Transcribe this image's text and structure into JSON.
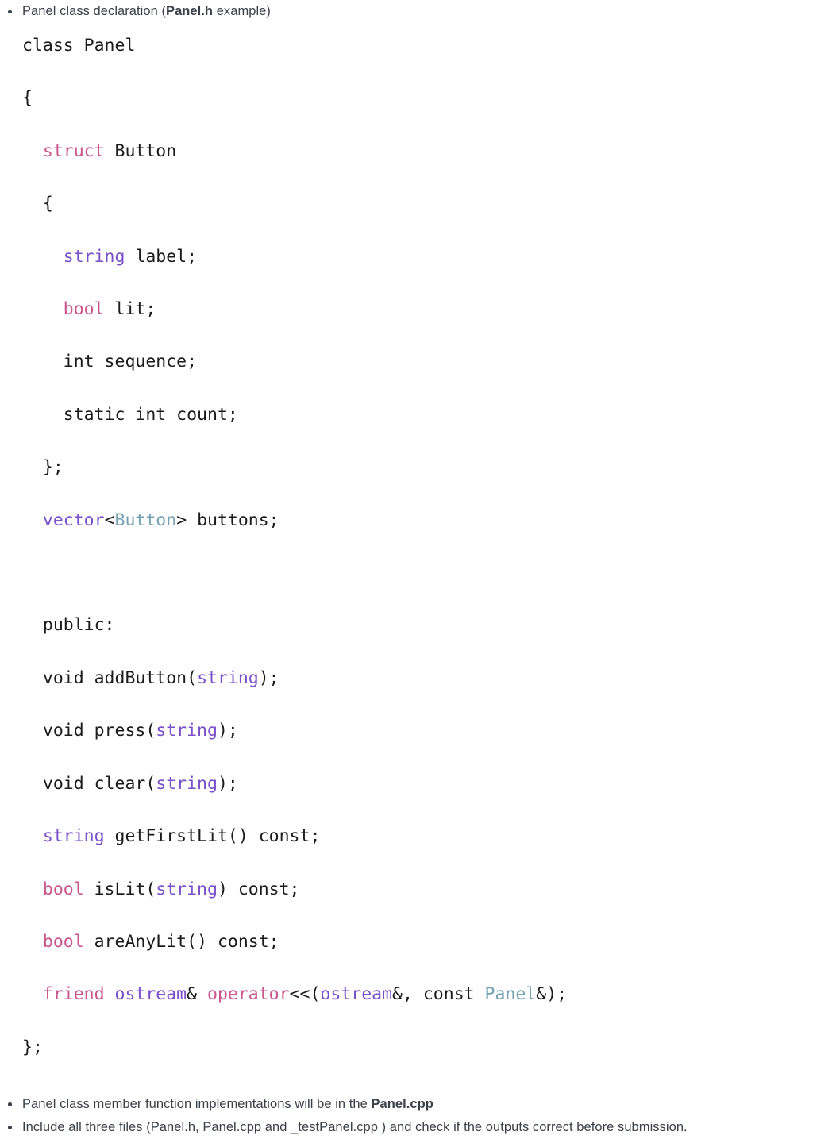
{
  "intro": {
    "bullet_prefix": "Panel class declaration (",
    "bullet_file": "Panel.h",
    "bullet_suffix": " example)"
  },
  "code": {
    "language": "cpp",
    "lines": [
      {
        "tokens": [
          {
            "t": "class Panel",
            "c": "plain"
          }
        ]
      },
      {
        "tokens": [
          {
            "t": "{",
            "c": "plain"
          }
        ]
      },
      {
        "tokens": [
          {
            "t": "  ",
            "c": "plain"
          },
          {
            "t": "struct",
            "c": "keyword"
          },
          {
            "t": " Button",
            "c": "plain"
          }
        ]
      },
      {
        "tokens": [
          {
            "t": "  {",
            "c": "plain"
          }
        ]
      },
      {
        "tokens": [
          {
            "t": "    ",
            "c": "plain"
          },
          {
            "t": "string",
            "c": "type"
          },
          {
            "t": " label;",
            "c": "plain"
          }
        ]
      },
      {
        "tokens": [
          {
            "t": "    ",
            "c": "plain"
          },
          {
            "t": "bool",
            "c": "keyword"
          },
          {
            "t": " lit;",
            "c": "plain"
          }
        ]
      },
      {
        "tokens": [
          {
            "t": "    int sequence;",
            "c": "plain"
          }
        ]
      },
      {
        "tokens": [
          {
            "t": "    static int count;",
            "c": "plain"
          }
        ]
      },
      {
        "tokens": [
          {
            "t": "  };",
            "c": "plain"
          }
        ]
      },
      {
        "tokens": [
          {
            "t": "  ",
            "c": "plain"
          },
          {
            "t": "vector",
            "c": "type"
          },
          {
            "t": "<",
            "c": "plain"
          },
          {
            "t": "Button",
            "c": "class"
          },
          {
            "t": "> buttons;",
            "c": "plain"
          }
        ]
      },
      {
        "tokens": [
          {
            "t": "",
            "c": "plain"
          }
        ]
      },
      {
        "tokens": [
          {
            "t": "  public:",
            "c": "plain"
          }
        ]
      },
      {
        "tokens": [
          {
            "t": "  void addButton(",
            "c": "plain"
          },
          {
            "t": "string",
            "c": "type"
          },
          {
            "t": ");",
            "c": "plain"
          }
        ]
      },
      {
        "tokens": [
          {
            "t": "  void press(",
            "c": "plain"
          },
          {
            "t": "string",
            "c": "type"
          },
          {
            "t": ");",
            "c": "plain"
          }
        ]
      },
      {
        "tokens": [
          {
            "t": "  void clear(",
            "c": "plain"
          },
          {
            "t": "string",
            "c": "type"
          },
          {
            "t": ");",
            "c": "plain"
          }
        ]
      },
      {
        "tokens": [
          {
            "t": "  ",
            "c": "plain"
          },
          {
            "t": "string",
            "c": "type"
          },
          {
            "t": " getFirstLit() const;",
            "c": "plain"
          }
        ]
      },
      {
        "tokens": [
          {
            "t": "  ",
            "c": "plain"
          },
          {
            "t": "bool",
            "c": "keyword"
          },
          {
            "t": " isLit(",
            "c": "plain"
          },
          {
            "t": "string",
            "c": "type"
          },
          {
            "t": ") const;",
            "c": "plain"
          }
        ]
      },
      {
        "tokens": [
          {
            "t": "  ",
            "c": "plain"
          },
          {
            "t": "bool",
            "c": "keyword"
          },
          {
            "t": " areAnyLit() const;",
            "c": "plain"
          }
        ]
      },
      {
        "tokens": [
          {
            "t": "  ",
            "c": "plain"
          },
          {
            "t": "friend",
            "c": "keyword"
          },
          {
            "t": " ",
            "c": "plain"
          },
          {
            "t": "ostream",
            "c": "type"
          },
          {
            "t": "& ",
            "c": "plain"
          },
          {
            "t": "operator",
            "c": "keyword"
          },
          {
            "t": "<<(",
            "c": "plain"
          },
          {
            "t": "ostream",
            "c": "type"
          },
          {
            "t": "&, const ",
            "c": "plain"
          },
          {
            "t": "Panel",
            "c": "class"
          },
          {
            "t": "&);",
            "c": "plain"
          }
        ]
      },
      {
        "tokens": [
          {
            "t": "};",
            "c": "plain"
          }
        ]
      }
    ]
  },
  "notes": [
    {
      "prefix": "Panel class member function implementations will be in the ",
      "bold": "Panel.cpp",
      "suffix": ""
    },
    {
      "prefix": "Include all three files (Panel.h, Panel.cpp and _testPanel.cpp ) and check if the outputs correct before submission.",
      "bold": "",
      "suffix": ""
    }
  ],
  "colors": {
    "text": "#3a4149",
    "code_plain": "#1b1b1d",
    "keyword": "#c9558d",
    "type": "#7a4fc9",
    "class": "#74a2b2",
    "background": "#ffffff"
  }
}
